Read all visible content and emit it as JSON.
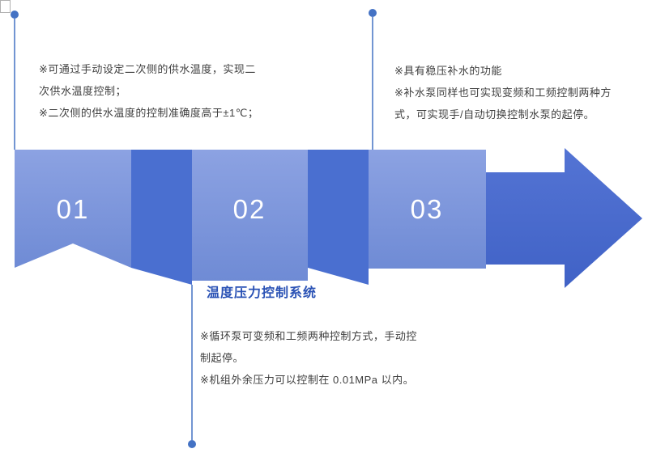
{
  "slide": {
    "section_title": "温度压力控制系统",
    "steps": [
      {
        "number": "01"
      },
      {
        "number": "02"
      },
      {
        "number": "03"
      }
    ],
    "notes_top_left": [
      "※可通过手动设定二次侧的供水温度，实现二",
      "次供水温度控制；",
      "※二次侧的供水温度的控制准确度高于±1℃；"
    ],
    "notes_top_right": [
      "※具有稳压补水的功能",
      "※补水泵同样也可实现变频和工频控制两种方",
      "式，可实现手/自动切换控制水泵的起停。"
    ],
    "notes_bottom": [
      "※循环泵可变频和工频两种控制方式，手动控",
      "制起停。",
      "※机组外余压力可以控制在 0.01MPa 以内。"
    ],
    "colors": {
      "ribbon_light": "#7C97DA",
      "ribbon_dark": "#4A6FD0",
      "arrow": "#4A6FD0",
      "timeline": "#4472C4",
      "title_text": "#2A52B5",
      "body_text": "#3F3F3F"
    }
  }
}
